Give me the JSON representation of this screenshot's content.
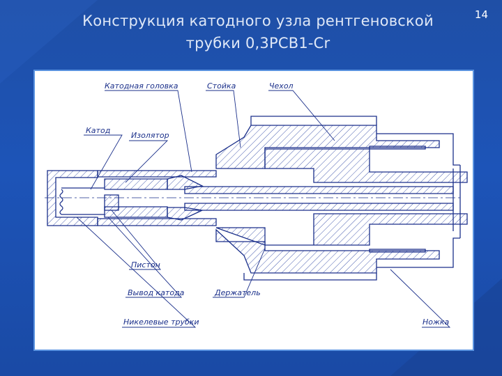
{
  "slide": {
    "title_line1": "Конструкция катодного узла рентгеновской",
    "title_line2": "трубки 0,3РСВ1-Cr",
    "page_number": "14"
  },
  "diagram": {
    "labels": {
      "cathode_head": "Катодная головка",
      "stand": "Стойка",
      "cover": "Чехол",
      "cathode": "Катод",
      "insulator": "Изолятор",
      "piston": "Пистон",
      "cathode_lead": "Вывод катода",
      "nickel_tubes": "Никелевые трубки",
      "holder": "Держатель",
      "leg": "Ножка"
    },
    "colors": {
      "line": "#1a2f8a",
      "hatch": "#4a5fb0",
      "frame_border": "#5a93e0"
    }
  }
}
